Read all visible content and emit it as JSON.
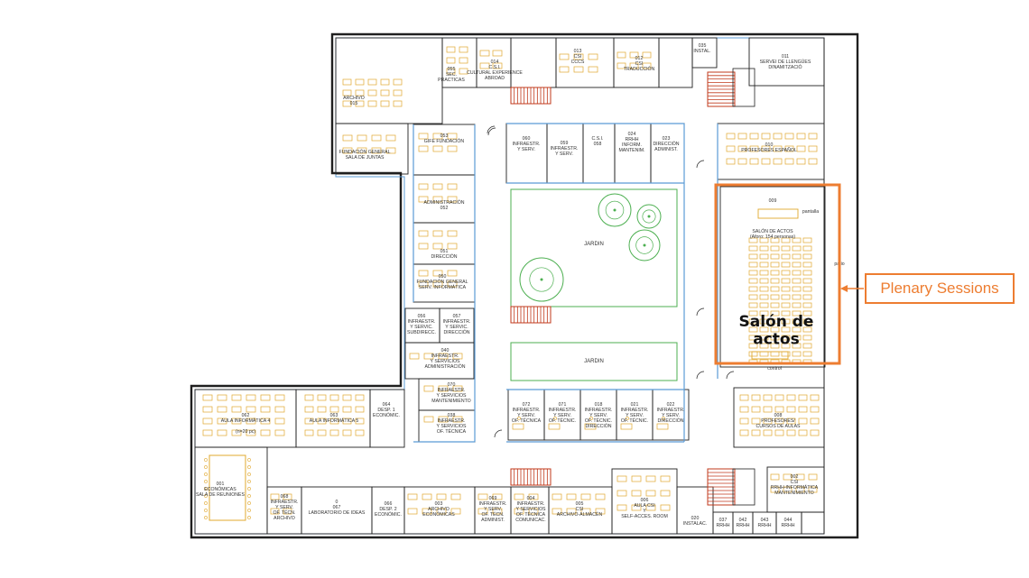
{
  "plan": {
    "colors": {
      "wall": "#1f1f1f",
      "glass": "#5b9bd5",
      "furniture": "#e0a82e",
      "stairs": "#c0391b",
      "garden": "#4caf50",
      "highlight": "#ed7d31"
    },
    "rooms": {
      "r011": "011\nSERVEI DE LLENGÜES\nDINAMITZACIÓ",
      "r035": "035\nINSTAL.",
      "r012": "012\nCSI\nTRADUCCIÓN",
      "r013": "013\nCSI\nCCCS",
      "r014": "014\nC.S.I.\nCULTURAL EXPERIENCE\nABROAD",
      "r055": "055\nSEC.\nPRACTICAS",
      "r015": "ARCHIVO\n015",
      "r_fund": "FUNDACIÓN GENERAL\nSALA DE JUNTAS",
      "r053": "053\nGIFE FUNDACIÓN",
      "r052": "ADMINISTRACIÓN\n052",
      "r051": "051\nDIRECCIÓN",
      "r050": "050\nFUNDACIÓN GENERAL\nSERV. INFORMÁTICA",
      "r060": "060\nINFRAESTR.\nY SERV.",
      "r059": "059\nINFRAESTR.\nY SERV.",
      "r058": "C.S.I.\n058",
      "r024": "024\nRRHH\nINFORM.\nMANTENIM.",
      "r023": "023\nDIRECCIÓN\nADMINIST.",
      "r010": "010\nPROFESORES ESPAÑOL",
      "r009": "009",
      "r009_name": "SALÓN DE ACTOS\n(Aforo: 154 personas)",
      "r009_control": "control",
      "r009_podium": "pantalla",
      "r056": "056\nINFRAESTR.\nY SERVIC.\nSUBDIRECC.",
      "r057": "057\nINFRAESTR.\nY SERVIC.\nDIRECCIÓN",
      "r040": "040\nINFRAESTR.\nY SERVICIOS\nADMINISTRACIÓN",
      "r070": "070\nINFRAESTR.\nY SERVICIOS\nMANTENIMIENTO",
      "r038": "038\nINFRAESTR.\nY SERVICIOS\nOF. TÉCNICA",
      "r072": "072\nINFRAESTR.\nY SERV.\nOF. TÉCNICA",
      "r071": "071\nINFRAESTR.\nY SERV.\nOF. TÉCNIC.",
      "r018": "018\nINFRAESTR.\nY SERV.\nOF. TÉCNIC.\nDIRECCIÓN",
      "r021": "021\nINFRAESTR.\nY SERV.\nOF. TÉCNIC.",
      "r022": "022\nINFRAESTR.\nY SERV.\nDIRECCIÓN",
      "r008": "008\nPROFESORES/\nCURSOS DE AULAS",
      "r062": "062\nAULA INFORMÁTICA 4",
      "r062_cap": "(n=20 pc)",
      "r063": "063\nAULA INFORMÁTICA 5",
      "r064": "064\nDESP. 1\nECONÓMIC.",
      "r001": "001\nECONÓMICAS\nSALA DE REUNIONES",
      "r068": "068\nINFRAESTR.\nY SERV.\nOF. TÉCN.\nARCHIVO",
      "r067": "0\n067\nLABORATORIO DE IDEAS",
      "r066": "066\nDESP. 2\nECONÓMIC.",
      "r003": "003\nARCHIVO\nECONÓMICAS",
      "r069": "069\nINFRAESTR.\nY SERV.\nOF. TÉCN.\nADMINIST.",
      "r004": "004\nINFRAESTR.\nY SERVICIOS\nOF. TÉCNICA\nCOMUNICAC.",
      "r005": "005\nCSI\nARCHIVO-ALMACÉN",
      "r006": "006\nAULA CSI\nY\nSELF-ACCES. ROOM",
      "r020": "020\nINSTALAC.",
      "r037": "037\nRRHH",
      "r042": "042\nRRHH",
      "r043": "043\nRRHH",
      "r044": "044\nRRHH",
      "r002": "002\nCSI\nRRHH-INFORMÁTICA\nMANTENIMIENTO",
      "garden1": "JARDIN",
      "garden2": "JARDIN",
      "patio": "patio"
    },
    "highlight_title": "Salón de\nactos",
    "callout": "Plenary Sessions"
  }
}
